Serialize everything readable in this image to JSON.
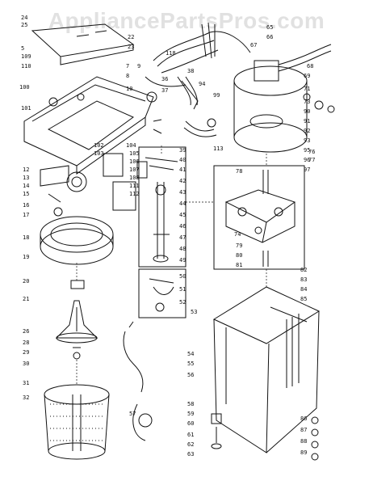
{
  "watermark": "AppliancePartsPros.com",
  "diagram": {
    "callouts": [
      {
        "n": "24"
      },
      {
        "n": "25"
      },
      {
        "n": "5"
      },
      {
        "n": "109"
      },
      {
        "n": "110"
      },
      {
        "n": "100"
      },
      {
        "n": "101"
      },
      {
        "n": "7"
      },
      {
        "n": "8"
      },
      {
        "n": "10"
      },
      {
        "n": "22"
      },
      {
        "n": "23"
      },
      {
        "n": "118"
      },
      {
        "n": "9"
      },
      {
        "n": "36"
      },
      {
        "n": "37"
      },
      {
        "n": "38"
      },
      {
        "n": "94"
      },
      {
        "n": "99"
      },
      {
        "n": "113"
      },
      {
        "n": "65"
      },
      {
        "n": "66"
      },
      {
        "n": "67"
      },
      {
        "n": "68"
      },
      {
        "n": "69"
      },
      {
        "n": "71"
      },
      {
        "n": "73"
      },
      {
        "n": "90"
      },
      {
        "n": "91"
      },
      {
        "n": "92"
      },
      {
        "n": "93"
      },
      {
        "n": "95"
      },
      {
        "n": "96"
      },
      {
        "n": "97"
      },
      {
        "n": "76"
      },
      {
        "n": "77"
      },
      {
        "n": "78"
      },
      {
        "n": "79"
      },
      {
        "n": "80"
      },
      {
        "n": "81"
      },
      {
        "n": "74"
      },
      {
        "n": "12"
      },
      {
        "n": "13"
      },
      {
        "n": "14"
      },
      {
        "n": "15"
      },
      {
        "n": "16"
      },
      {
        "n": "17"
      },
      {
        "n": "18"
      },
      {
        "n": "19"
      },
      {
        "n": "102"
      },
      {
        "n": "103"
      },
      {
        "n": "104"
      },
      {
        "n": "105"
      },
      {
        "n": "106"
      },
      {
        "n": "107"
      },
      {
        "n": "108"
      },
      {
        "n": "111"
      },
      {
        "n": "112"
      },
      {
        "n": "39"
      },
      {
        "n": "40"
      },
      {
        "n": "41"
      },
      {
        "n": "42"
      },
      {
        "n": "43"
      },
      {
        "n": "44"
      },
      {
        "n": "45"
      },
      {
        "n": "46"
      },
      {
        "n": "47"
      },
      {
        "n": "48"
      },
      {
        "n": "49"
      },
      {
        "n": "50"
      },
      {
        "n": "51"
      },
      {
        "n": "52"
      },
      {
        "n": "53"
      },
      {
        "n": "20"
      },
      {
        "n": "21"
      },
      {
        "n": "26"
      },
      {
        "n": "28"
      },
      {
        "n": "29"
      },
      {
        "n": "30"
      },
      {
        "n": "31"
      },
      {
        "n": "32"
      },
      {
        "n": "54"
      },
      {
        "n": "55"
      },
      {
        "n": "56"
      },
      {
        "n": "57"
      },
      {
        "n": "58"
      },
      {
        "n": "59"
      },
      {
        "n": "60"
      },
      {
        "n": "61"
      },
      {
        "n": "62"
      },
      {
        "n": "63"
      },
      {
        "n": "82"
      },
      {
        "n": "83"
      },
      {
        "n": "84"
      },
      {
        "n": "85"
      },
      {
        "n": "86"
      },
      {
        "n": "87"
      },
      {
        "n": "88"
      },
      {
        "n": "89"
      }
    ]
  }
}
